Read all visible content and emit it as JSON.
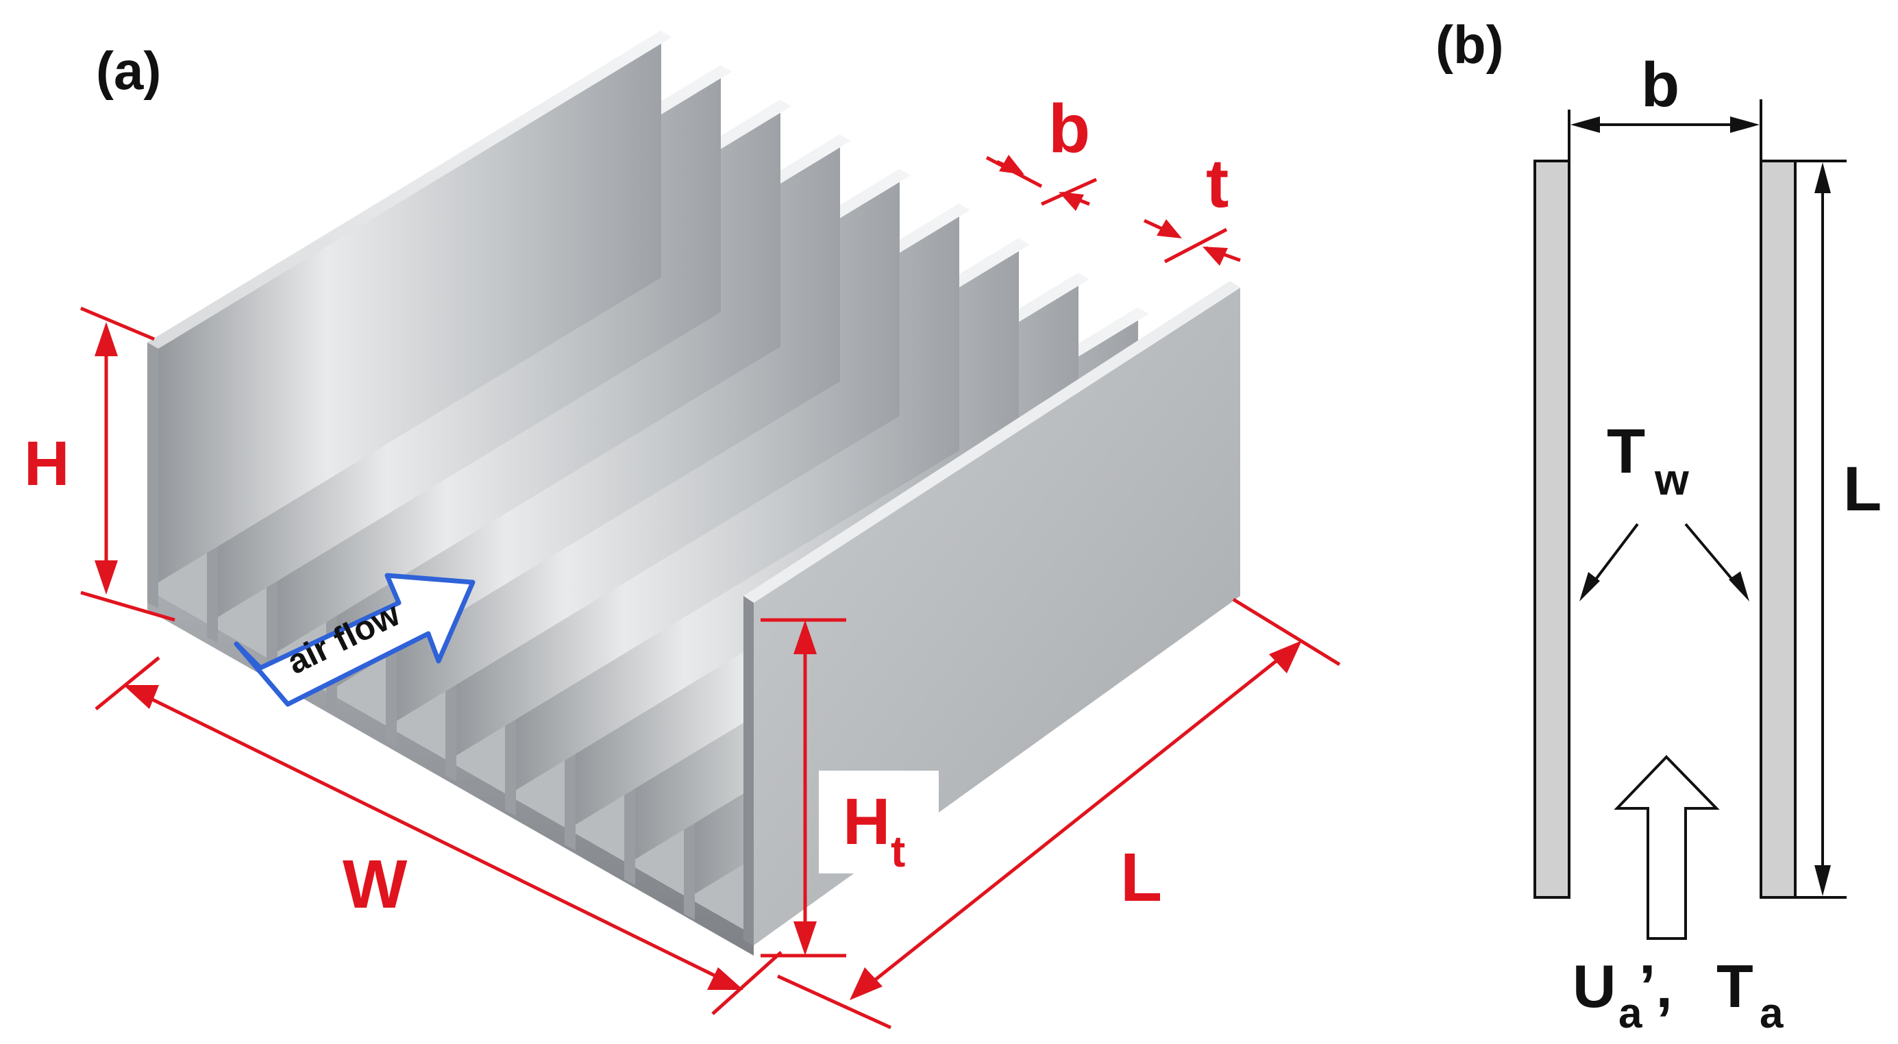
{
  "panel_a": {
    "label": "(a)",
    "dims": {
      "b": "b",
      "t": "t",
      "H": "H",
      "Ht_main": "H",
      "Ht_sub": "t",
      "W": "W",
      "L": "L"
    },
    "air_flow": "air flow"
  },
  "panel_b": {
    "label": "(b)",
    "dims": {
      "b": "b",
      "L": "L"
    },
    "Tw_main": "T",
    "Tw_sub": "w",
    "Ua_main": "U",
    "Ua_sub": "a",
    "sep": "’, ",
    "Ta_main": "T",
    "Ta_sub": "a"
  },
  "colors": {
    "dimension_red": "#e0141e",
    "fin_gray": "#d0d0d0",
    "arrow_blue": "#2f62d8"
  }
}
